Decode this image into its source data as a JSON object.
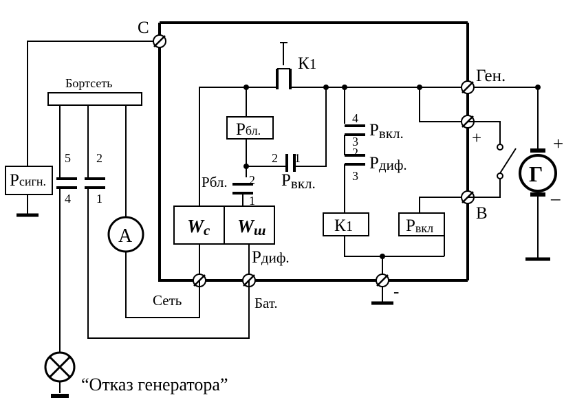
{
  "diagram": {
    "terminals": {
      "c": "C",
      "gen": "Ген.",
      "b": "B",
      "set": "Сеть",
      "bat": "Бат."
    },
    "bus": {
      "bortset": "Бортсеть"
    },
    "contactor": {
      "label": "К",
      "sub": "1"
    },
    "relays": {
      "r_bl": {
        "main": "Р",
        "sub": "бл."
      },
      "r_vkl": {
        "main": "Р",
        "sub": "вкл."
      },
      "r_dif": {
        "main": "Р",
        "sub": "диф."
      },
      "r_sign": {
        "main": "Р",
        "sub": "сигн."
      },
      "r_vkl_box": {
        "main": "Р",
        "sub": "вкл"
      },
      "k1_box": {
        "main": "К",
        "sub": "1"
      }
    },
    "windings": {
      "wc": "W",
      "wc_sub": "c",
      "wsh": "W",
      "wsh_sub": "ш"
    },
    "ammeter": "A",
    "generator": {
      "symbol": "Г",
      "plus": "+",
      "minus": "–"
    },
    "polarity": {
      "plus_small": "+",
      "minus_small": "-"
    },
    "contact_numbers": {
      "k4": "4",
      "k3a": "3",
      "k2a": "2",
      "k3b": "3",
      "rvkl2": "2",
      "rvkl1": "1",
      "rbl2": "2",
      "rbl1": "1",
      "s5": "5",
      "s4": "4",
      "s2": "2",
      "s1": "1"
    },
    "lamp_caption": "“Отказ генератора”"
  }
}
